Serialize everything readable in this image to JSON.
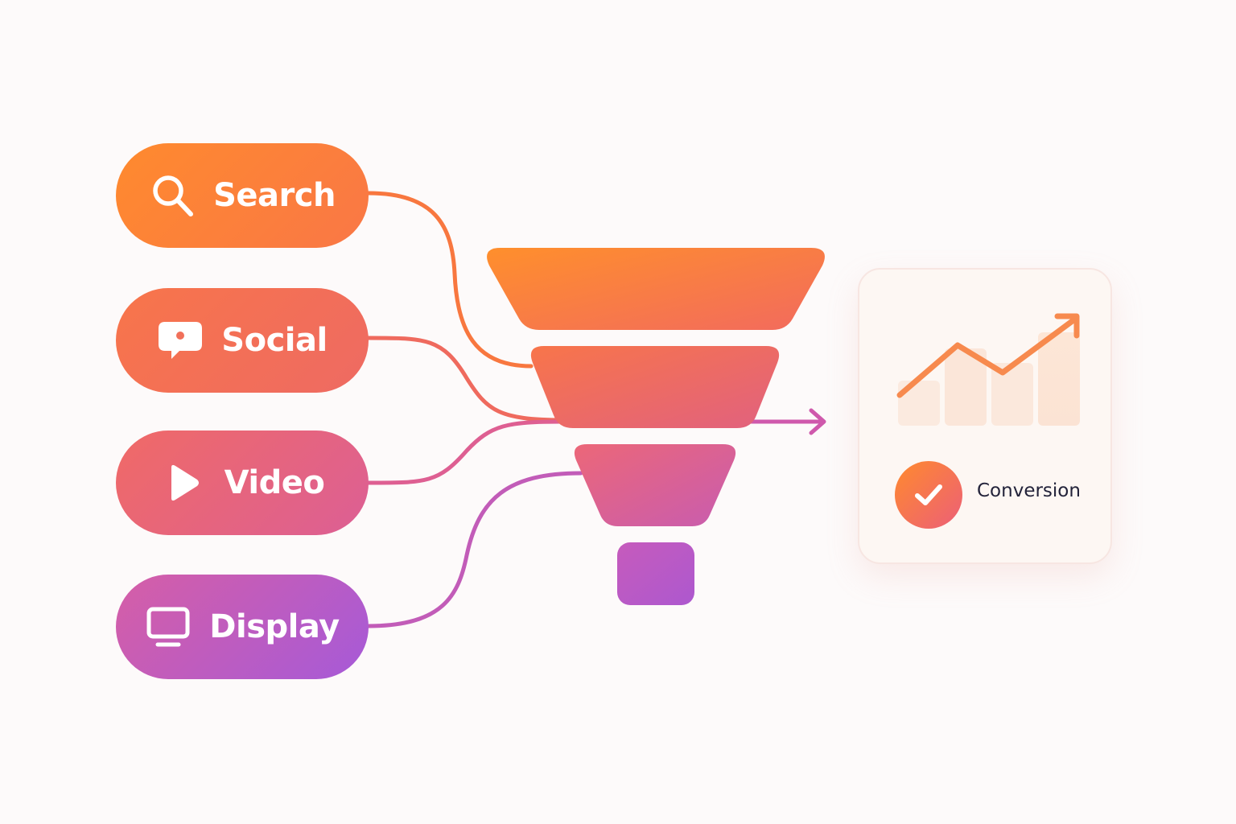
{
  "channels": [
    {
      "label": "Search",
      "icon": "search-icon"
    },
    {
      "label": "Social",
      "icon": "chat-bubble-icon"
    },
    {
      "label": "Video",
      "icon": "play-icon"
    },
    {
      "label": "Display",
      "icon": "monitor-icon"
    }
  ],
  "result": {
    "label": "Conversion",
    "icons": [
      "trend-chart-icon",
      "checkmark-icon"
    ]
  },
  "colors": {
    "orange": "#ff8a2e",
    "coral": "#f06a66",
    "pink": "#dc5f95",
    "purple": "#a65ad8",
    "background": "#fdfafa",
    "text_dark": "#23233a"
  }
}
